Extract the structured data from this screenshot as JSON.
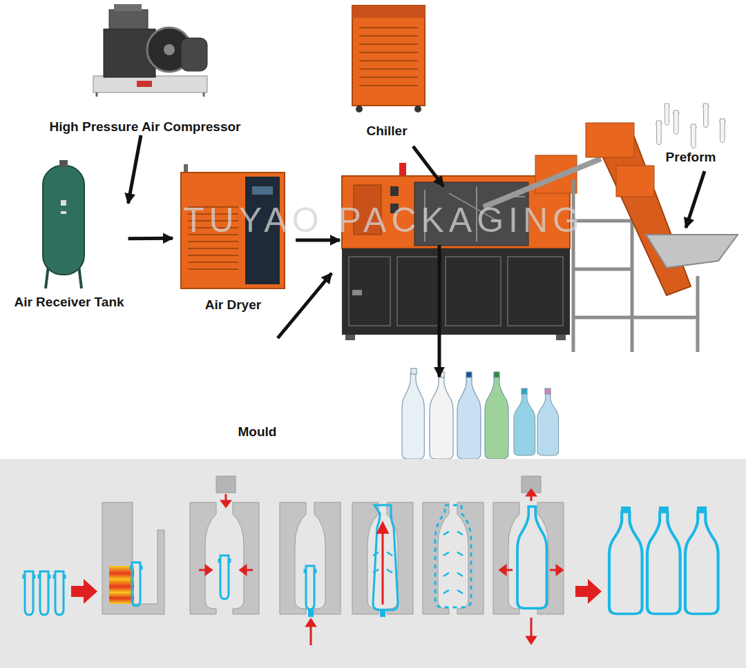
{
  "diagram": {
    "nodes": [
      {
        "text": [
          "High Pressure Air Compressor"
        ]
      },
      {
        "text": [
          "Chiller"
        ]
      },
      {
        "text": [
          "Preform"
        ]
      },
      {
        "text": [
          "Air Receiver Tank"
        ]
      },
      {
        "text": [
          "Air Dryer"
        ]
      },
      {
        "text": [
          "Mould"
        ]
      }
    ],
    "edges": [
      {
        "from": 0,
        "to": 3,
        "arrow": "to"
      },
      {
        "from": 3,
        "to": 4,
        "arrow": "to"
      }
    ],
    "labels": [
      "TUYAO PACKAGING"
    ]
  }
}
